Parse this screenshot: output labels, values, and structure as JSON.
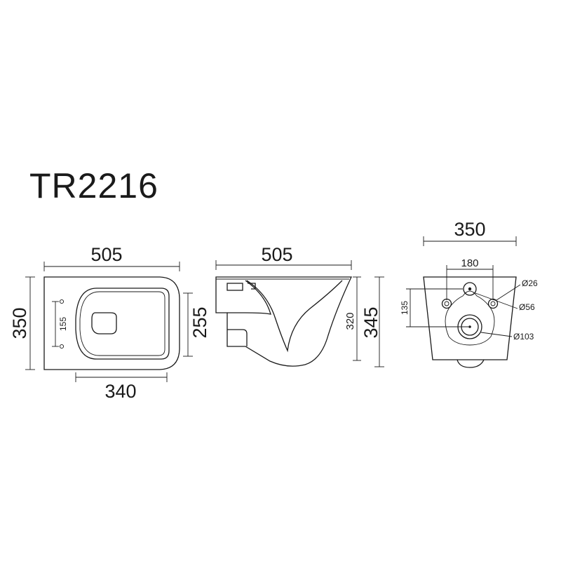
{
  "model": "TR2216",
  "top_view": {
    "length": "505",
    "width": "350",
    "inner_length": "340",
    "seat_depth": "255",
    "mount_spacing": "155"
  },
  "side_view": {
    "length": "505",
    "height": "345",
    "inner_height": "320"
  },
  "rear_view": {
    "width": "350",
    "bolt_spacing": "180",
    "outlet_height": "135",
    "hole_small": "Ø26",
    "hole_medium": "Ø56",
    "hole_large": "Ø103"
  }
}
